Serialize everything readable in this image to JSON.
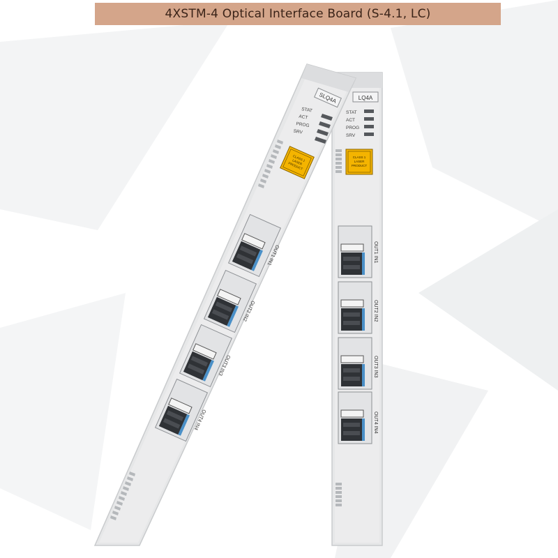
{
  "title": "4XSTM-4 Optical Interface Board (S-4.1, LC)",
  "boards": [
    {
      "name": "SLQ4A",
      "leds": [
        "STAT",
        "ACT",
        "PROG",
        "SRV"
      ],
      "warning_label": [
        "CLASS 1",
        "LASER",
        "PRODUCT"
      ],
      "ports": [
        "OUT1 IN1",
        "OUT2 IN2",
        "OUT3 IN3",
        "OUT4 IN4"
      ]
    },
    {
      "name": "LQ4A",
      "leds": [
        "STAT",
        "ACT",
        "PROG",
        "SRV"
      ],
      "warning_label": [
        "CLASS 1",
        "LASER",
        "PRODUCT"
      ],
      "ports": [
        "OUT1 IN1",
        "OUT2 IN2",
        "OUT3 IN3",
        "OUT4 IN4"
      ]
    }
  ],
  "colors": {
    "banner_bg": "#d4a58a",
    "banner_text": "#3a2318",
    "panel": "#e9eaeb",
    "warning_yellow": "#f4b400",
    "led": "#55585c",
    "port_blue": "#4a90c8"
  }
}
